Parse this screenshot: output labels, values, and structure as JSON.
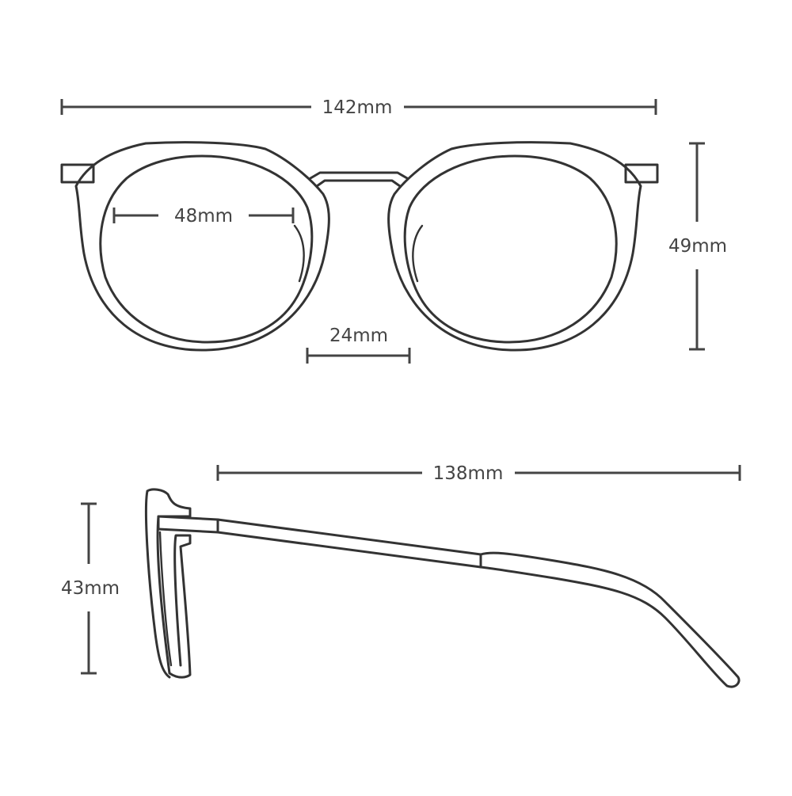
{
  "dimensions": {
    "total_width": "142mm",
    "lens_width": "48mm",
    "bridge_width": "24mm",
    "lens_height": "49mm",
    "temple_length": "138mm",
    "side_height": "43mm"
  },
  "colors": {
    "line": "#333333",
    "label": "#444444",
    "background": "#ffffff"
  }
}
